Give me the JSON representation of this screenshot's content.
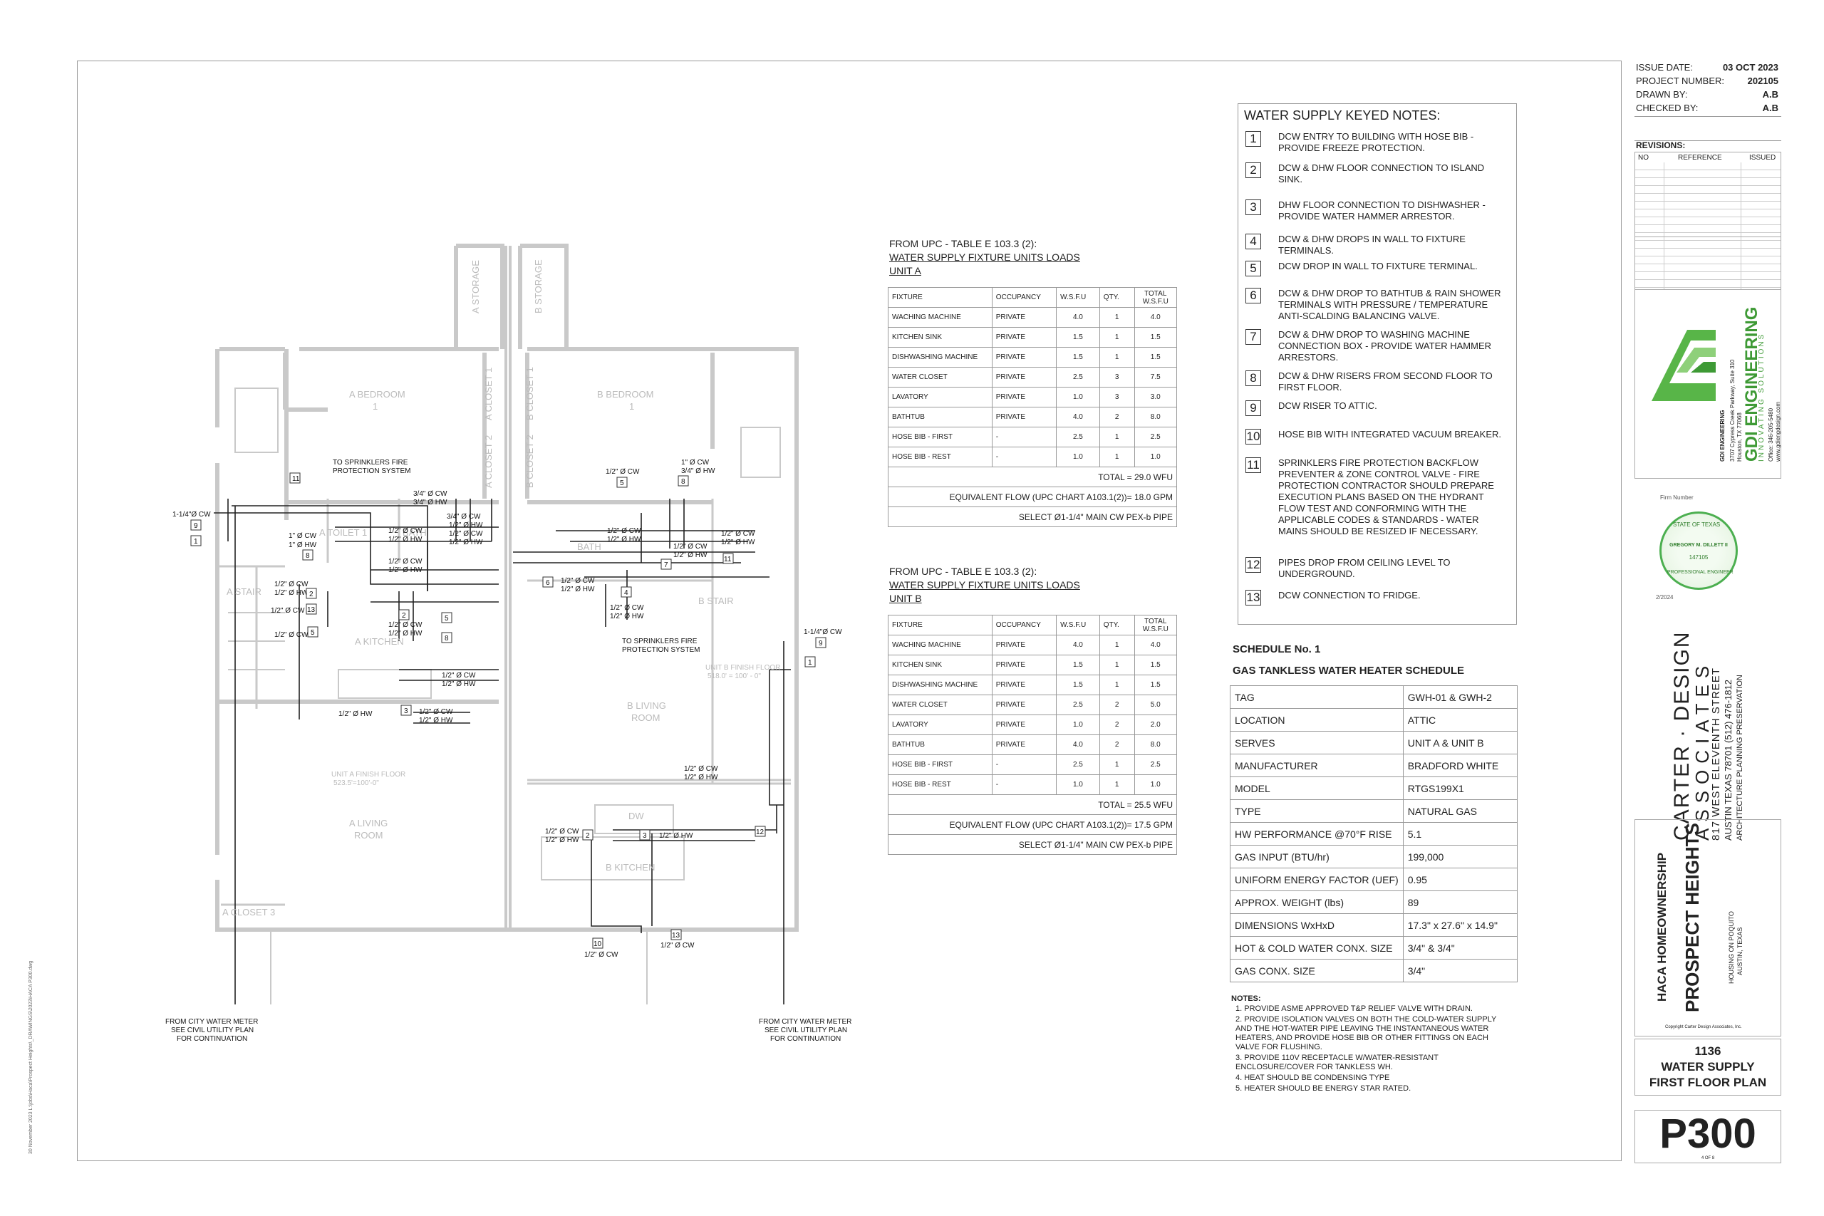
{
  "plan": {
    "rooms": {
      "a_storage": "A STORAGE",
      "b_storage": "B STORAGE",
      "a_bedroom": "A BEDROOM",
      "a_bedroom_num": "1",
      "b_bedroom": "B BEDROOM",
      "b_bedroom_num": "1",
      "a_closet1": "A CLOSET 1",
      "a_closet2": "A CLOSET 2",
      "b_closet1": "B CLOSET 1",
      "b_closet2": "B CLOSET 2",
      "a_toilet": "A TOILET 1",
      "a_bath": "BATH",
      "a_stair": "A STAIR",
      "b_stair": "B STAIR",
      "a_kitchen": "A KITCHEN",
      "a_living": "A LIVING",
      "a_living2": "ROOM",
      "b_living": "B LIVING",
      "b_living2": "ROOM",
      "b_kitchen": "B KITCHEN",
      "a_closet3": "A CLOSET 3",
      "a_finish": "UNIT A FINISH FLOOR",
      "a_finish2": "523.5'=100'-0\"",
      "b_finish": "UNIT B FINISH FLOOR",
      "b_finish2": "518.0' = 100' - 0\"",
      "dw": "DW",
      "bath_b": "BATH"
    },
    "labels": {
      "sprinkler1a": "TO SPRINKLERS FIRE",
      "sprinkler1b": "PROTECTION SYSTEM",
      "sprinkler2a": "TO SPRINKLERS FIRE",
      "sprinkler2b": "PROTECTION SYSTEM",
      "cw114a": "1-1/4\"Ø CW",
      "cw114b": "1-1/4\"Ø CW",
      "meter_a1": "FROM CITY WATER METER",
      "meter_a2": "SEE CIVIL UTILITY PLAN",
      "meter_a3": "FOR CONTINUATION",
      "meter_b1": "FROM CITY WATER METER",
      "meter_b2": "SEE CIVIL UTILITY PLAN",
      "meter_b3": "FOR CONTINUATION",
      "p1": "3/4\" Ø CW",
      "p2": "3/4\" Ø HW",
      "p3": "3/4\" Ø CW",
      "p4": "1/2\" Ø HW",
      "p5": "1/2\" Ø CW",
      "p6": "1/2\" Ø HW",
      "p7": "1/2\" Ø CW",
      "p8": "1/2\" Ø HW",
      "p9": "1\" Ø CW",
      "p10": "1\" Ø HW",
      "p11": "1/2\" Ø CW",
      "p12": "1/2\" Ø HW",
      "p13": "1/2\" Ø CW",
      "p14": "1/2\" Ø CW",
      "p15": "1/2\" Ø CW",
      "p16": "1/2\" Ø HW",
      "p17": "1/2\" Ø CW",
      "p18": "1/2\" Ø CW",
      "p19": "1/2\" Ø HW",
      "p20": "1/2\" Ø HW",
      "p21": "1/2\" Ø CW",
      "p22": "1/2\" Ø HW",
      "q1": "1/2\" Ø CW",
      "q2": "1\" Ø CW",
      "q3": "3/4\" Ø HW",
      "q4": "1/2\" Ø CW",
      "q5": "1/2\" Ø HW",
      "q6": "1/2\" Ø CW",
      "q7": "1/2\" Ø HW",
      "q8": "1/2\" Ø CW",
      "q9": "1/2\" Ø HW",
      "q10": "1/2\" Ø CW",
      "q11": "1/2\" Ø HW",
      "q12": "1/2\" Ø CW",
      "q13": "1/2\" Ø HW",
      "q14": "1/2\" Ø CW",
      "q15": "1/2\" Ø HW",
      "q16": "1/2\" Ø HW",
      "q17": "1/2\" Ø CW",
      "q18": "1/2\" Ø CW"
    },
    "tags": [
      "1",
      "2",
      "3",
      "4",
      "5",
      "6",
      "7",
      "8",
      "9",
      "10",
      "11",
      "12",
      "13"
    ]
  },
  "unit_a": {
    "title1": "FROM UPC - TABLE E 103.3 (2):",
    "title2": "WATER SUPPLY FIXTURE UNITS LOADS",
    "title3": "UNIT A",
    "headers": [
      "FIXTURE",
      "OCCUPANCY",
      "W.S.F.U",
      "QTY.",
      "TOTAL W.S.F.U"
    ],
    "rows": [
      [
        "WACHING MACHINE",
        "PRIVATE",
        "4.0",
        "1",
        "4.0"
      ],
      [
        "KITCHEN SINK",
        "PRIVATE",
        "1.5",
        "1",
        "1.5"
      ],
      [
        "DISHWASHING MACHINE",
        "PRIVATE",
        "1.5",
        "1",
        "1.5"
      ],
      [
        "WATER CLOSET",
        "PRIVATE",
        "2.5",
        "3",
        "7.5"
      ],
      [
        "LAVATORY",
        "PRIVATE",
        "1.0",
        "3",
        "3.0"
      ],
      [
        "BATHTUB",
        "PRIVATE",
        "4.0",
        "2",
        "8.0"
      ],
      [
        "HOSE BIB - FIRST",
        "-",
        "2.5",
        "1",
        "2.5"
      ],
      [
        "HOSE BIB - REST",
        "-",
        "1.0",
        "1",
        "1.0"
      ]
    ],
    "total": "TOTAL = 29.0 WFU",
    "flow": "EQUIVALENT FLOW (UPC CHART A103.1(2))= 18.0 GPM",
    "select": "SELECT Ø1-1/4\" MAIN CW PEX-b PIPE"
  },
  "unit_b": {
    "title1": "FROM UPC - TABLE E 103.3 (2):",
    "title2": "WATER SUPPLY FIXTURE UNITS LOADS",
    "title3": "UNIT B",
    "headers": [
      "FIXTURE",
      "OCCUPANCY",
      "W.S.F.U",
      "QTY.",
      "TOTAL W.S.F.U"
    ],
    "rows": [
      [
        "WACHING MACHINE",
        "PRIVATE",
        "4.0",
        "1",
        "4.0"
      ],
      [
        "KITCHEN SINK",
        "PRIVATE",
        "1.5",
        "1",
        "1.5"
      ],
      [
        "DISHWASHING MACHINE",
        "PRIVATE",
        "1.5",
        "1",
        "1.5"
      ],
      [
        "WATER CLOSET",
        "PRIVATE",
        "2.5",
        "2",
        "5.0"
      ],
      [
        "LAVATORY",
        "PRIVATE",
        "1.0",
        "2",
        "2.0"
      ],
      [
        "BATHTUB",
        "PRIVATE",
        "4.0",
        "2",
        "8.0"
      ],
      [
        "HOSE BIB - FIRST",
        "-",
        "2.5",
        "1",
        "2.5"
      ],
      [
        "HOSE BIB - REST",
        "-",
        "1.0",
        "1",
        "1.0"
      ]
    ],
    "total": "TOTAL = 25.5 WFU",
    "flow": "EQUIVALENT FLOW (UPC CHART A103.1(2))= 17.5 GPM",
    "select": "SELECT Ø1-1/4\" MAIN CW PEX-b PIPE"
  },
  "keyed_notes": {
    "title": "WATER SUPPLY KEYED NOTES:",
    "items": [
      {
        "num": "1",
        "text": "DCW ENTRY TO BUILDING WITH HOSE BIB - PROVIDE FREEZE PROTECTION."
      },
      {
        "num": "2",
        "text": "DCW & DHW FLOOR CONNECTION TO ISLAND SINK."
      },
      {
        "num": "3",
        "text": "DHW FLOOR CONNECTION TO DISHWASHER - PROVIDE WATER HAMMER ARRESTOR."
      },
      {
        "num": "4",
        "text": "DCW & DHW DROPS IN WALL TO FIXTURE TERMINALS."
      },
      {
        "num": "5",
        "text": "DCW DROP IN WALL TO FIXTURE TERMINAL."
      },
      {
        "num": "6",
        "text": "DCW & DHW DROP TO BATHTUB & RAIN SHOWER TERMINALS WITH PRESSURE / TEMPERATURE ANTI-SCALDING BALANCING VALVE."
      },
      {
        "num": "7",
        "text": "DCW & DHW DROP TO WASHING MACHINE CONNECTION BOX - PROVIDE WATER HAMMER ARRESTORS."
      },
      {
        "num": "8",
        "text": "DCW & DHW RISERS FROM SECOND FLOOR TO FIRST FLOOR."
      },
      {
        "num": "9",
        "text": "DCW RISER TO ATTIC."
      },
      {
        "num": "10",
        "text": "HOSE BIB WITH INTEGRATED VACUUM BREAKER."
      },
      {
        "num": "11",
        "text": "SPRINKLERS FIRE PROTECTION BACKFLOW PREVENTER & ZONE CONTROL VALVE - FIRE PROTECTION CONTRACTOR SHOULD PREPARE EXECUTION PLANS BASED ON THE HYDRANT FLOW TEST AND CONFORMING WITH THE APPLICABLE CODES & STANDARDS - WATER MAINS SHOULD BE RESIZED IF NECESSARY."
      },
      {
        "num": "12",
        "text": "PIPES DROP FROM CEILING LEVEL TO UNDERGROUND."
      },
      {
        "num": "13",
        "text": "DCW CONNECTION TO FRIDGE."
      }
    ]
  },
  "schedule": {
    "title1": "SCHEDULE No. 1",
    "title2": "GAS TANKLESS WATER HEATER SCHEDULE",
    "rows": [
      [
        "TAG",
        "GWH-01 & GWH-2"
      ],
      [
        "LOCATION",
        "ATTIC"
      ],
      [
        "SERVES",
        "UNIT A & UNIT B"
      ],
      [
        "MANUFACTURER",
        "BRADFORD WHITE"
      ],
      [
        "MODEL",
        "RTGS199X1"
      ],
      [
        "TYPE",
        "NATURAL GAS"
      ],
      [
        "HW PERFORMANCE @70°F RISE",
        "5.1"
      ],
      [
        "GAS INPUT (BTU/hr)",
        "199,000"
      ],
      [
        "UNIFORM ENERGY FACTOR (UEF)",
        "0.95"
      ],
      [
        "APPROX. WEIGHT (lbs)",
        "89"
      ],
      [
        "DIMENSIONS WxHxD",
        "17.3\" x 27.6\" x 14.9\""
      ],
      [
        "HOT & COLD WATER CONX. SIZE",
        "3/4\" & 3/4\""
      ],
      [
        "GAS CONX. SIZE",
        "3/4\""
      ]
    ]
  },
  "notes": {
    "title": "NOTES:",
    "items": [
      "1.   PROVIDE ASME APPROVED T&P RELIEF VALVE WITH DRAIN.",
      "2.   PROVIDE ISOLATION VALVES ON BOTH THE COLD-WATER SUPPLY AND THE HOT-WATER PIPE LEAVING THE INSTANTANEOUS WATER HEATERS, AND PROVIDE HOSE BIB OR OTHER FITTINGS ON EACH VALVE FOR FLUSHING.",
      "3.   PROVIDE 110V RECEPTACLE W/WATER-RESISTANT ENCLOSURE/COVER FOR TANKLESS WH.",
      "4.   HEAT SHOULD BE CONDENSING TYPE",
      "5.   HEATER SHOULD BE ENERGY STAR RATED."
    ]
  },
  "title_block": {
    "issue_label": "ISSUE DATE:",
    "issue_value": "03 OCT 2023",
    "project_label": "PROJECT NUMBER:",
    "project_value": "202105",
    "drawn_label": "DRAWN BY:",
    "drawn_value": "A.B",
    "checked_label": "CHECKED BY:",
    "checked_value": "A.B",
    "revisions": "REVISIONS:",
    "rev_no": "NO",
    "rev_ref": "REFERENCE",
    "rev_issued": "ISSUED",
    "gdi_name": "GDI ENGINEERING",
    "gdi_tag": "INNOVATING SOLUTIONS",
    "gdi_addr1": "GDI ENGINEERING",
    "gdi_addr2": "3707 Cypress Creek Parkway, Suite 310",
    "gdi_addr3": "Houston, TX 77068",
    "gdi_addr4": "Office: 346-205-5480",
    "gdi_addr5": "www.gdiengdesign.com",
    "seal_name": "GREGORY M. DILLETT II",
    "seal_num": "147105",
    "seal_state": "STATE OF TEXAS",
    "seal_lic": "PROFESSIONAL ENGINEER",
    "seal_firm": "Firm Number",
    "seal_date": "2/2024",
    "cda1": "CARTER · DESIGN",
    "cda2": "ASSOCIATES",
    "cda3": "817 WEST ELEVENTH STREET",
    "cda4": "AUSTIN TEXAS 78701   (512) 476-1812",
    "cda5": "ARCHITECTURE   PLANNING   PRESERVATION",
    "proj1": "HACA HOMEOWNERSHIP",
    "proj2": "PROSPECT HEIGHTS",
    "proj3": "HOUSING ON POQUITO",
    "proj4": "AUSTIN, TEXAS",
    "copyright": "Copyright Carter Design Associates, Inc.",
    "sheet_num": "1136",
    "sheet_title1": "WATER SUPPLY",
    "sheet_title2": "FIRST  FLOOR PLAN",
    "sheet_id": "P300",
    "sheet_of": "4   OF   8"
  },
  "side_note": "30 November 2023     L:\\jobs\\Haca\\Prospect Heights\\_DRAWINGS\\2023\\HACA P300.dwg"
}
